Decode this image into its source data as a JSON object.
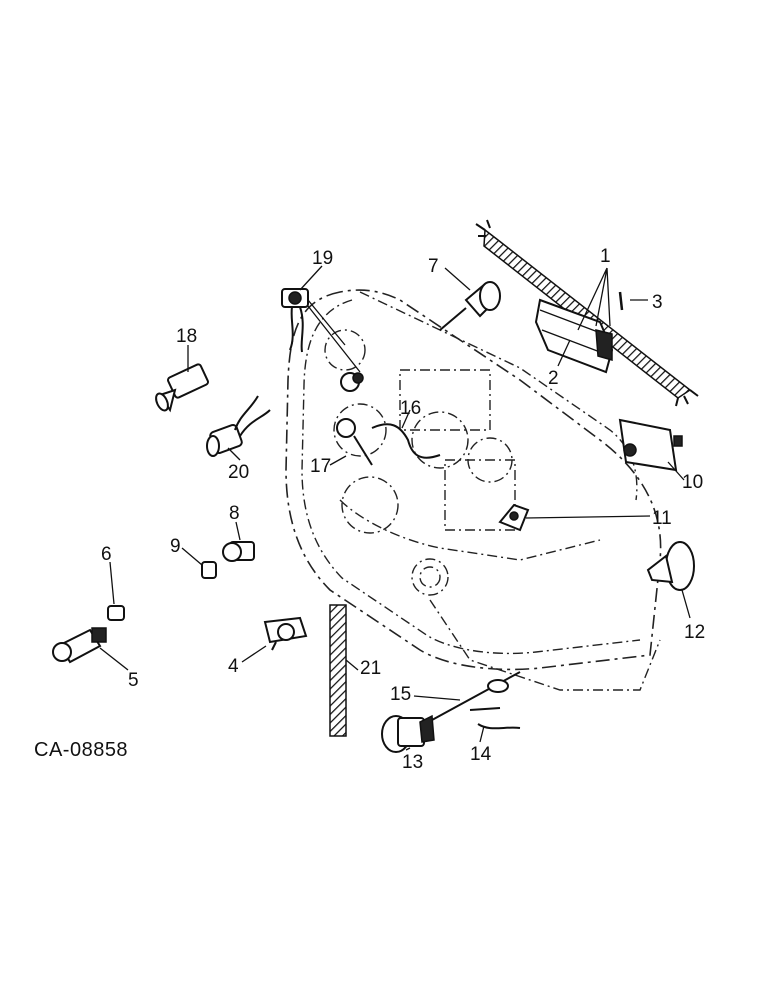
{
  "figure": {
    "id_label": "CA-08858",
    "callouts": [
      "1",
      "2",
      "3",
      "4",
      "5",
      "6",
      "7",
      "8",
      "9",
      "10",
      "11",
      "12",
      "13",
      "14",
      "15",
      "16",
      "17",
      "18",
      "19",
      "20",
      "21"
    ]
  }
}
